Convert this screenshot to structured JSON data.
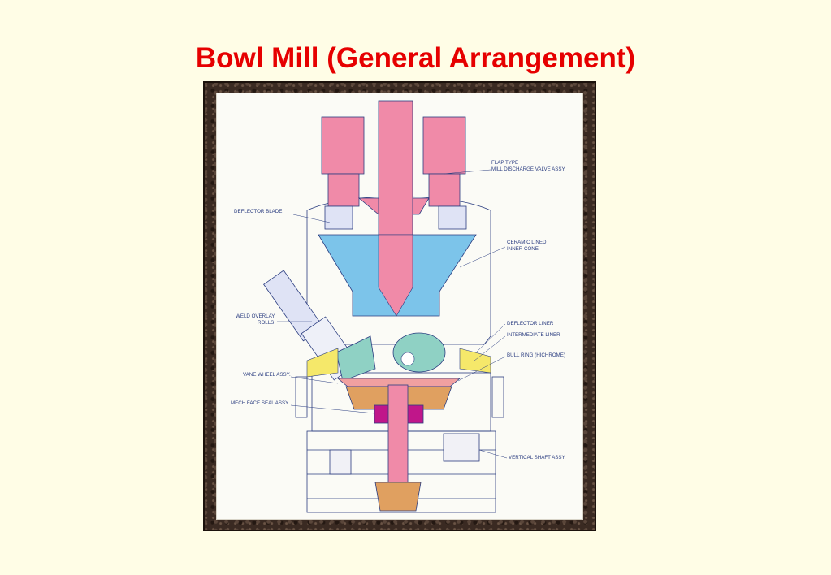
{
  "title": "Bowl Mill (General Arrangement)",
  "labels": {
    "flap_valve_1": "FLAP TYPE",
    "flap_valve_2": "MILL DISCHARGE VALVE ASSY.",
    "deflector_blade": "DEFLECTOR BLADE",
    "ceramic_cone_1": "CERAMIC LINED",
    "ceramic_cone_2": "INNER CONE",
    "weld_rolls_1": "WELD OVERLAY",
    "weld_rolls_2": "ROLLS",
    "deflector_liner": "DEFLECTOR LINER",
    "intermediate_liner": "INTERMEDIATE LINER",
    "bull_ring": "BULL RING (HICHROME)",
    "vane_wheel": "VANE WHEEL ASSY.",
    "mech_seal": "MECH.FACE SEAL ASSY.",
    "vertical_shaft": "VERTICAL SHAFT ASSY."
  },
  "colors": {
    "title": "#e60000",
    "valve_pink": "#f08aa8",
    "cone_blue": "#7cc4ea",
    "liner_yellow": "#f5e86a",
    "roll_teal": "#8fd1c4",
    "seal_magenta": "#c0168a",
    "gear_orange": "#e0a060",
    "line_blue": "#2b3d80"
  }
}
